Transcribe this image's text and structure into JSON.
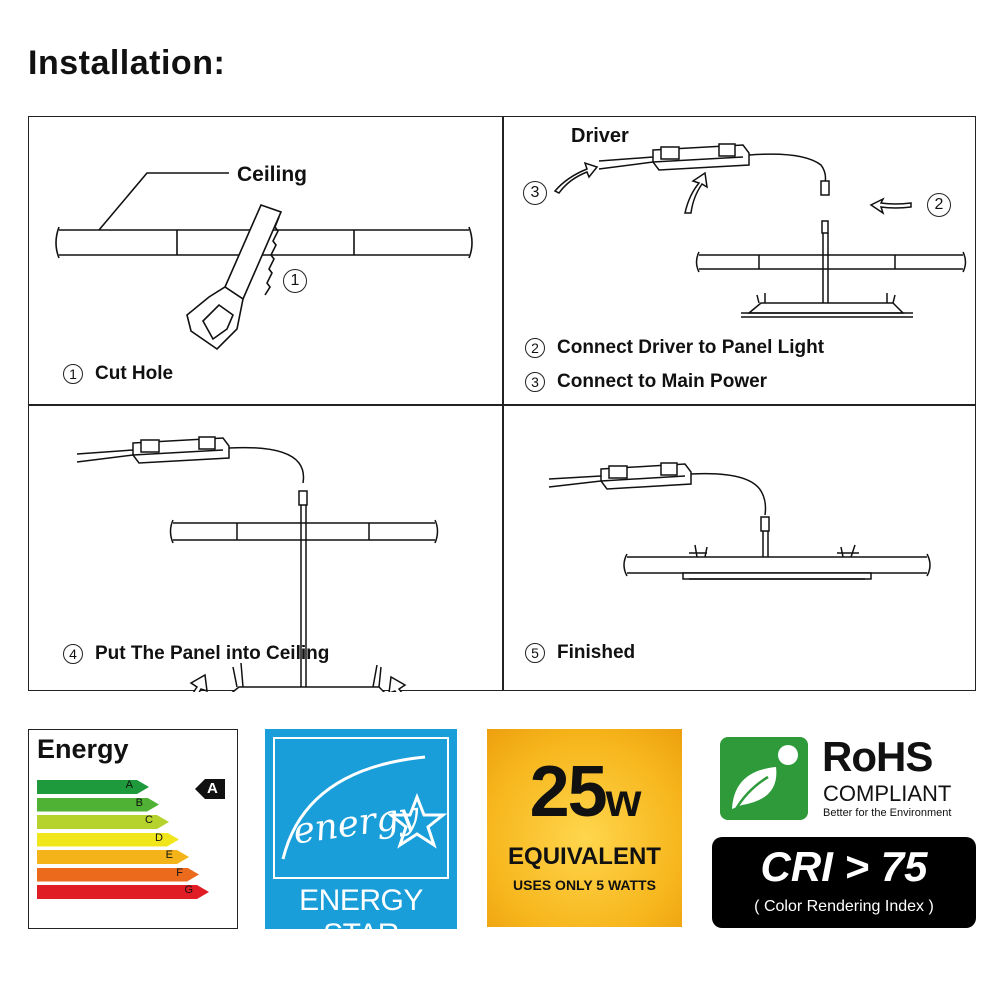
{
  "title": "Installation:",
  "steps": {
    "s1": {
      "num": "1",
      "text": "Cut Hole"
    },
    "s2": {
      "num": "2",
      "text": "Connect Driver to Panel Light"
    },
    "s3": {
      "num": "3",
      "text": "Connect to Main Power"
    },
    "s4": {
      "num": "4",
      "text": "Put The Panel into Ceiling"
    },
    "s5": {
      "num": "5",
      "text": "Finished"
    }
  },
  "labels": {
    "ceiling": "Ceiling",
    "driver": "Driver"
  },
  "callouts": {
    "one": "1",
    "two": "2",
    "three": "3"
  },
  "energy_label": {
    "heading": "Energy",
    "rating": "A",
    "classes": [
      {
        "letter": "A",
        "color": "#1e9a3c"
      },
      {
        "letter": "B",
        "color": "#4fb234"
      },
      {
        "letter": "C",
        "color": "#b6d22c"
      },
      {
        "letter": "D",
        "color": "#f1e61c"
      },
      {
        "letter": "E",
        "color": "#f4b419"
      },
      {
        "letter": "F",
        "color": "#ec6a1b"
      },
      {
        "letter": "G",
        "color": "#e01d24"
      }
    ]
  },
  "energy_star": {
    "script": "energy",
    "name": "ENERGY STAR",
    "color": "#1a9ed9"
  },
  "equivalent": {
    "watts": "25",
    "unit": "w",
    "equivalent": "EQUIVALENT",
    "uses": "USES ONLY 5 WATTS"
  },
  "rohs": {
    "title": "RoHS",
    "compliant": "COMPLIANT",
    "tagline": "Better for the Environment",
    "color": "#2e9a3a"
  },
  "cri": {
    "title": "CRI > 75",
    "subtitle": "( Color Rendering Index )"
  }
}
